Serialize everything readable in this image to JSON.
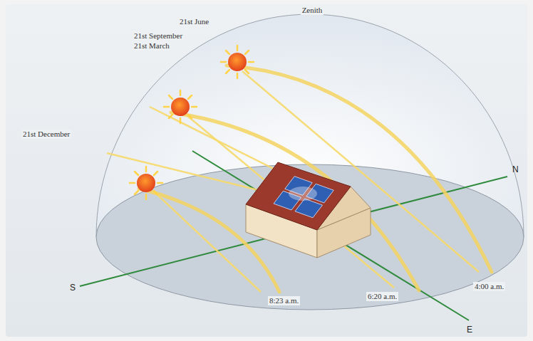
{
  "diagram": {
    "labels": [
      "Zenith",
      "21st June",
      "21st September",
      "21st March",
      "21st December",
      "N",
      "S",
      "E",
      "4:00 a.m.",
      "6:20 a.m.",
      "8:23 a.m."
    ]
  }
}
